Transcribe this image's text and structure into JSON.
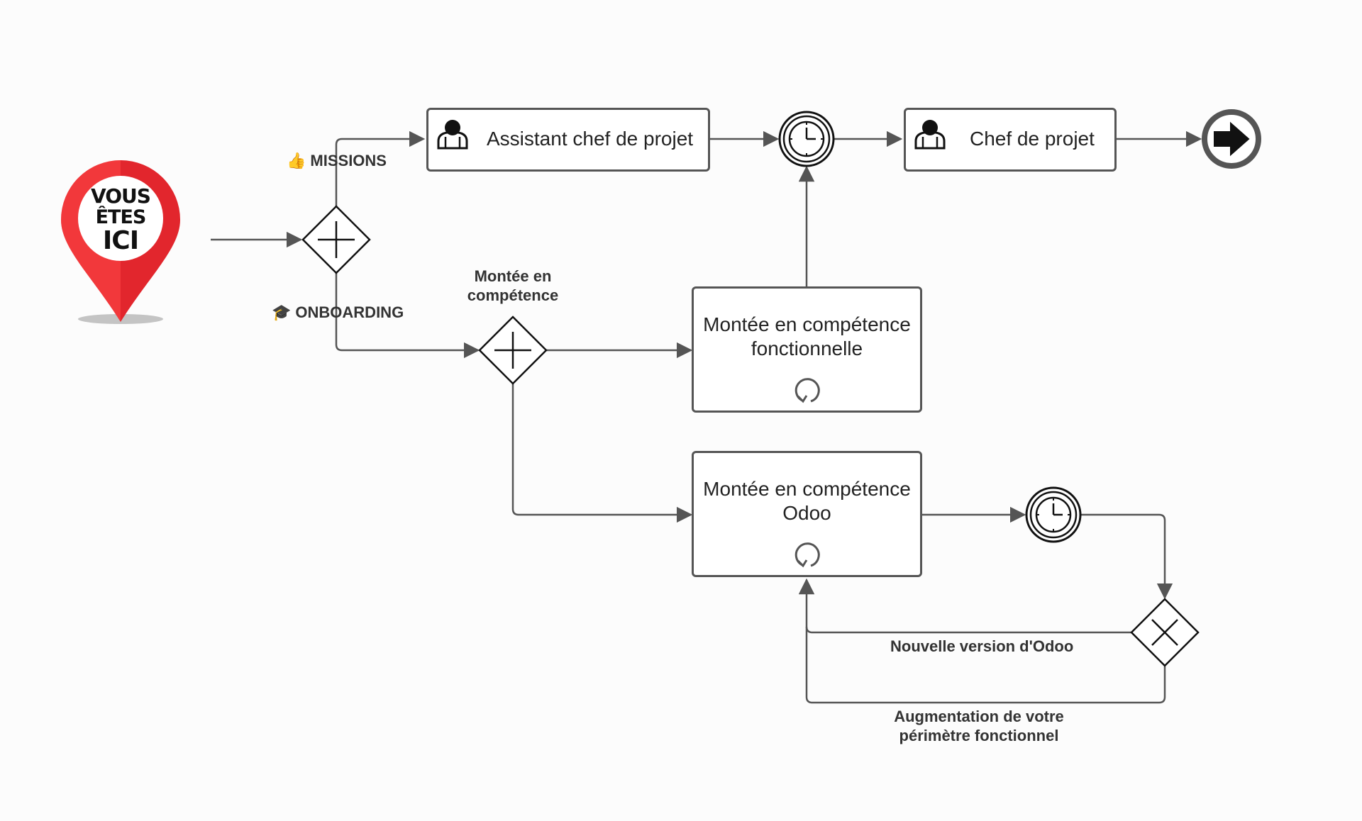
{
  "colors": {
    "line": "#555555",
    "pin_red": "#e2262d",
    "pin_highlight": "#ff5a5a",
    "pin_shadow": "#b5b5b5",
    "border": "#555555",
    "end_event_fill": "#555555"
  },
  "pin": {
    "line1": "VOUS",
    "line2": "ÊTES",
    "line3": "ICI"
  },
  "gateway_labels": {
    "missions": "MISSIONS",
    "missions_icon": "thumbs-up-icon",
    "onboarding": "ONBOARDING",
    "onboarding_icon": "graduation-cap-icon",
    "competence_line1": "Montée en",
    "competence_line2": "compétence"
  },
  "tasks": {
    "assistant": "Assistant chef de projet",
    "chef": "Chef de projet",
    "fonctionnelle_line1": "Montée en compétence",
    "fonctionnelle_line2": "fonctionnelle",
    "odoo_line1": "Montée en compétence",
    "odoo_line2": "Odoo"
  },
  "flow_labels": {
    "nouvelle_version": "Nouvelle version d'Odoo",
    "augmentation_line1": "Augmentation de votre",
    "augmentation_line2": "périmètre fonctionnel"
  }
}
